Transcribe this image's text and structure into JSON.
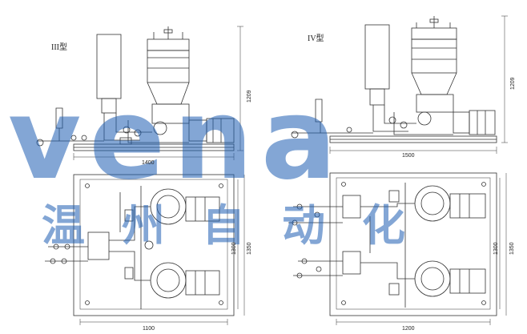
{
  "labels": {
    "type3": "III型",
    "type4": "IV型"
  },
  "dimensions": {
    "left_height": "1209",
    "left_width": "1400",
    "left_plan_width": "1100",
    "left_plan_h1": "1300",
    "left_plan_h2": "1350",
    "right_height": "1209",
    "right_width": "1500",
    "right_plan_width": "1200",
    "right_plan_h1": "1300",
    "right_plan_h2": "1350"
  },
  "watermark": {
    "latin": "vena",
    "chinese": "温州自动化"
  },
  "colors": {
    "line": "#333333",
    "watermark": "#1f5fb3"
  }
}
